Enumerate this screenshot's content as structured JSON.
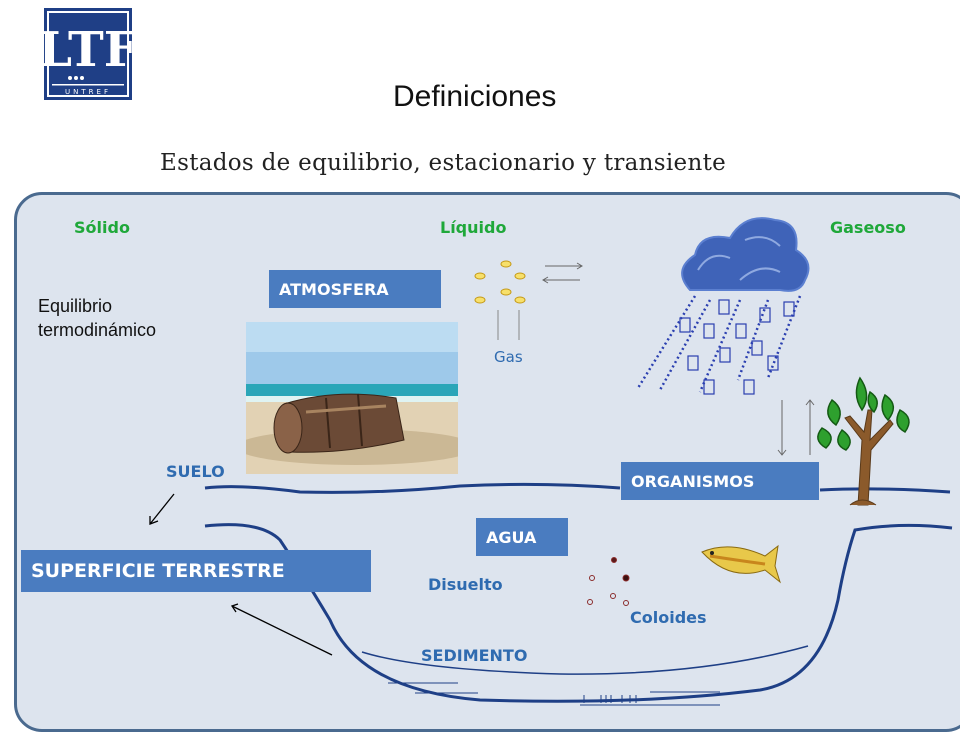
{
  "header": {
    "logo_letters": "LTF",
    "logo_subtext": "UNTREF",
    "title": "Definiciones",
    "subtitle": "Estados de equilibrio, estacionario y transiente"
  },
  "states": {
    "solid": "Sólido",
    "liquid": "Líquido",
    "gas": "Gaseoso"
  },
  "labels": {
    "equilibrium": "Equilibrio\ntermodinámico",
    "atmosphere": "ATMOSFERA",
    "gas_label": "Gas",
    "soil": "SUELO",
    "organisms": "ORGANISMOS",
    "water": "AGUA",
    "land_surface": "SUPERFICIE TERRESTRE",
    "dissolved": "Disuelto",
    "colloids": "Coloides",
    "sediment": "SEDIMENTO"
  },
  "colors": {
    "panel_bg": "#dde4ee",
    "panel_border": "#4a6a8f",
    "box_blue": "#4a7cc0",
    "state_green": "#1fa83a",
    "label_blue": "#2f6bb0",
    "rain_blue": "#2a3fb0",
    "tree_green": "#2ea02e"
  },
  "icons": [
    "logo-icon",
    "cloud-icon",
    "rain-icon",
    "tree-icon",
    "fish-icon",
    "barrel-photo",
    "arrow-icon"
  ]
}
